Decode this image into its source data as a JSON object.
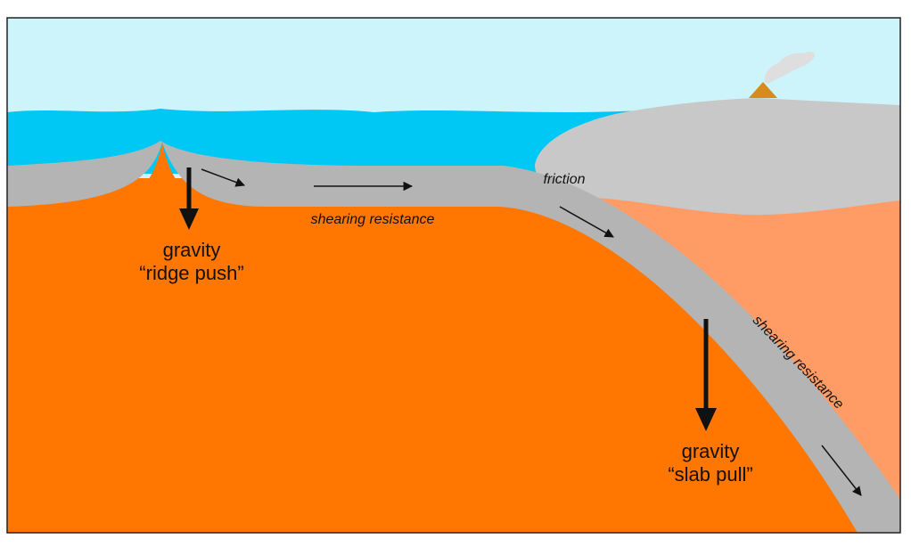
{
  "colors": {
    "sky": "#cdf4fb",
    "ocean": "#00c8f4",
    "plate": "#b4b4b4",
    "continent": "#c8c8c8",
    "mantle": "#ff7600",
    "wedge": "#ff9c66",
    "volcano": "#d98a1c",
    "smoke": "#dedede",
    "border": "#222222",
    "arrow": "#111111"
  },
  "labels": {
    "ridge_push_line1": "gravity",
    "ridge_push_line2": "“ridge push”",
    "slab_pull_line1": "gravity",
    "slab_pull_line2": "“slab pull”",
    "friction": "friction",
    "shearing_horizontal": "shearing resistance",
    "shearing_slab": "shearing resistance"
  }
}
